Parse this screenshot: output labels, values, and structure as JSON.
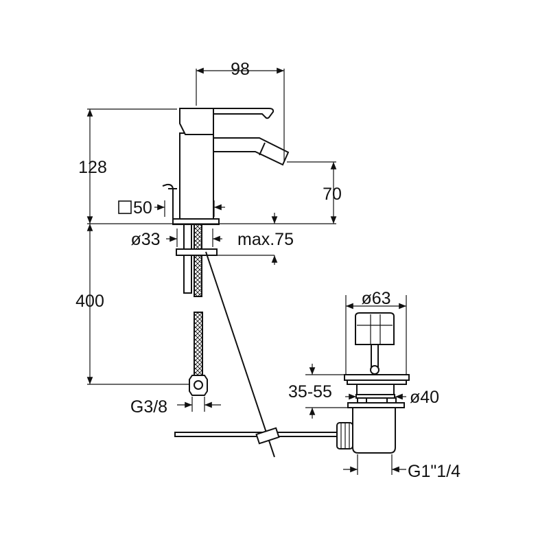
{
  "dimensions": {
    "spout_reach": "98",
    "total_height": "128",
    "spout_height": "70",
    "handle_square": "50",
    "base_diameter": "ø33",
    "max_thickness": "max.75",
    "hose_length": "400",
    "hose_connection": "G3/8",
    "plug_diameter": "ø63",
    "waste_range": "35-55",
    "waste_diameter": "ø40",
    "waste_thread": "G1\"1/4"
  }
}
